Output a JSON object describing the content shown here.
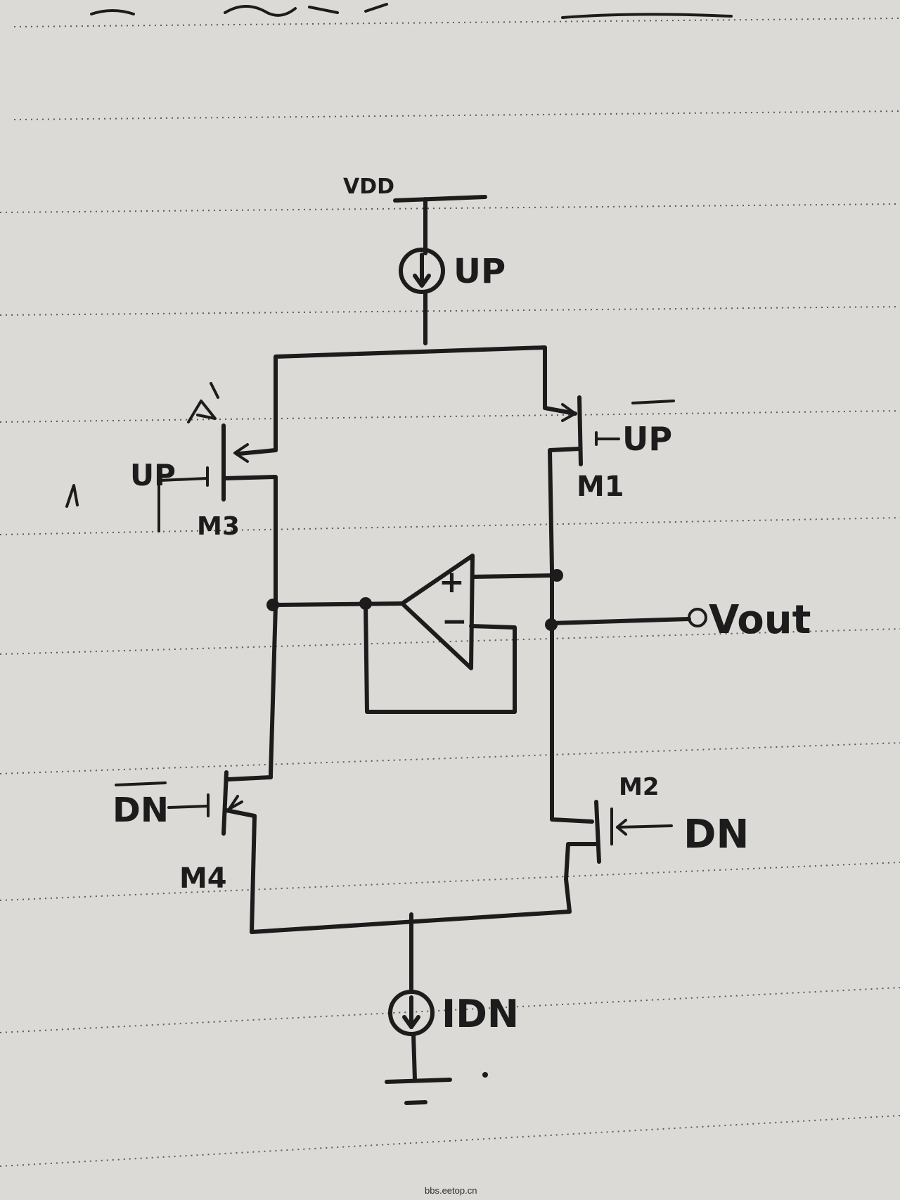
{
  "labels": {
    "vdd": "VDD",
    "source_up": "UP",
    "up_bar": "UP",
    "m1": "M1",
    "up_m3": "UP",
    "m3": "M3",
    "vout": "Vout",
    "m2": "M2",
    "dn": "DN",
    "dn_bar": "DN",
    "m4": "M4",
    "source_dn": "IDN",
    "opamp_plus": "+",
    "opamp_minus": "−"
  },
  "watermark": "bbs.eetop.cn",
  "colors": {
    "paper": "#dcdad6",
    "ink": "#1c1c1c",
    "rule": "#5a5a5a"
  }
}
